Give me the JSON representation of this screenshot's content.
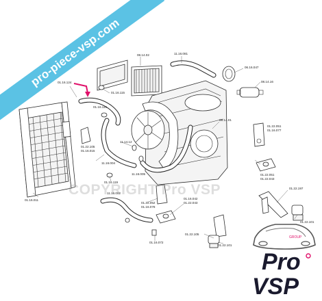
{
  "banner": {
    "text": "pro-piece-vsp.com",
    "color": "#5bc2e4"
  },
  "watermark": {
    "text": "COPYRIGHT Pro VSP"
  },
  "logo": {
    "word_top": "Pro",
    "word_bottom": "VSP",
    "tag": "GROUP",
    "accent": "#e0106a"
  },
  "arrow_color": "#e0106a",
  "labels": {
    "l_08_14_02": "08.14.02",
    "l_11_16_081": "11.16.081",
    "l_06_16_047": "06.16.047",
    "l_08_14_16": "08.14.16",
    "l_01_16_124": "01.16.124",
    "l_01_16_115a": "01.16.115",
    "l_01_16_115b": "01.16.115",
    "l_08_14_01": "08.14.01",
    "l_01_22_051a": "01.22.051",
    "l_01_16_077": "01.16.077",
    "l_01_22_105a": "01.22.105",
    "l_01_16_015": "01.16.015",
    "l_11_14_12": "11.14.12",
    "l_11_16_004": "11.16.004",
    "l_11_16_005": "11.16.005",
    "l_01_16_119": "01.16.119",
    "l_11_16_002": "11.16.002",
    "l_01_22_051b": "01.22.051",
    "l_01_22_043a": "01.22.043",
    "l_01_16_011": "01.16.011",
    "l_01_22_197": "01.22.197",
    "l_01_22_052": "01.22.052",
    "l_01_16_078": "01.16.078",
    "l_01_16_042": "01.16.042",
    "l_01_22_043b": "01.22.043",
    "l_01_22_101a": "01.22.101",
    "l_01_22_105b": "01.22.105",
    "l_01_16_072": "01.16.072",
    "l_01_22_101b": "01.22.101"
  }
}
